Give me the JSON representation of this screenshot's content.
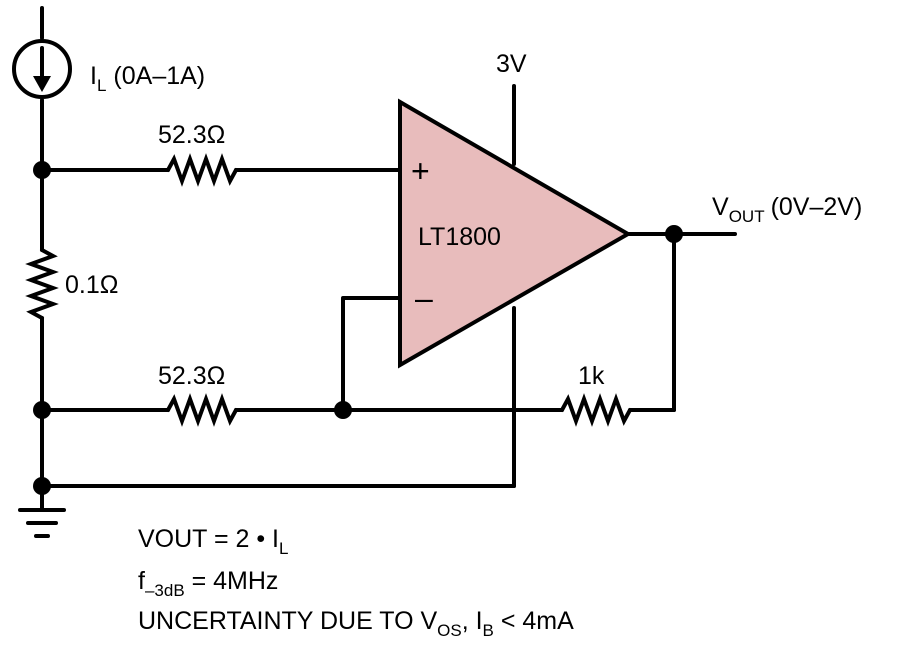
{
  "source": {
    "symbol": "I",
    "subscript": "L",
    "range": "(0A–1A)"
  },
  "supply": "3V",
  "opamp": {
    "part": "LT1800",
    "plus": "+",
    "minus": "–",
    "fill_color": "#e8bcbc"
  },
  "resistors": {
    "r_top": "52.3Ω",
    "r_sense": "0.1Ω",
    "r_bottom": "52.3Ω",
    "r_feedback": "1k"
  },
  "output": {
    "symbol": "V",
    "subscript": "OUT",
    "range": "(0V–2V)"
  },
  "notes": {
    "line1": {
      "text": "VOUT = 2 • I",
      "sub": "L"
    },
    "line2": {
      "prefix": "f",
      "sub": "–3dB",
      "text": " = 4MHz"
    },
    "line3": {
      "text": "UNCERTAINTY DUE TO V",
      "sub1": "OS",
      "mid": ", I",
      "sub2": "B",
      "end": " < 4mA"
    }
  }
}
